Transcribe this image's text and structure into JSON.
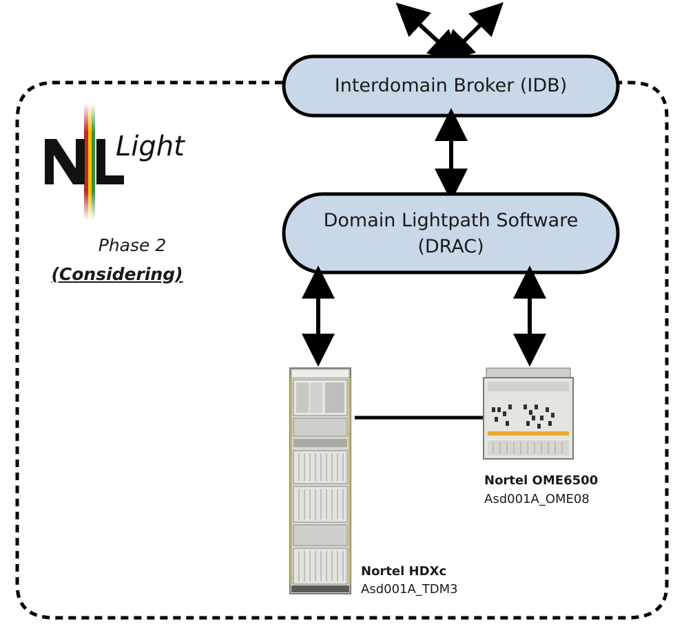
{
  "logo": {
    "text": "Light"
  },
  "phase": {
    "line1": "Phase 2",
    "line2": "(Considering)"
  },
  "nodes": {
    "idb": {
      "label": "Interdomain Broker (IDB)"
    },
    "drac": {
      "line1": "Domain Lightpath Software",
      "line2": "(DRAC)"
    }
  },
  "devices": {
    "hdxc": {
      "name": "Nortel HDXc",
      "id": "Asd001A_TDM3"
    },
    "ome": {
      "name": "Nortel OME6500",
      "id": "Asd001A_OME08"
    }
  },
  "colors": {
    "pill_fill": "#c9d8e8",
    "stroke": "#000000",
    "rack_body": "#d9d9d6",
    "accent_orange": "#e8a82a",
    "logo_red": "#c0272d",
    "logo_yellow": "#f2c500",
    "logo_green": "#3a8f3a"
  }
}
